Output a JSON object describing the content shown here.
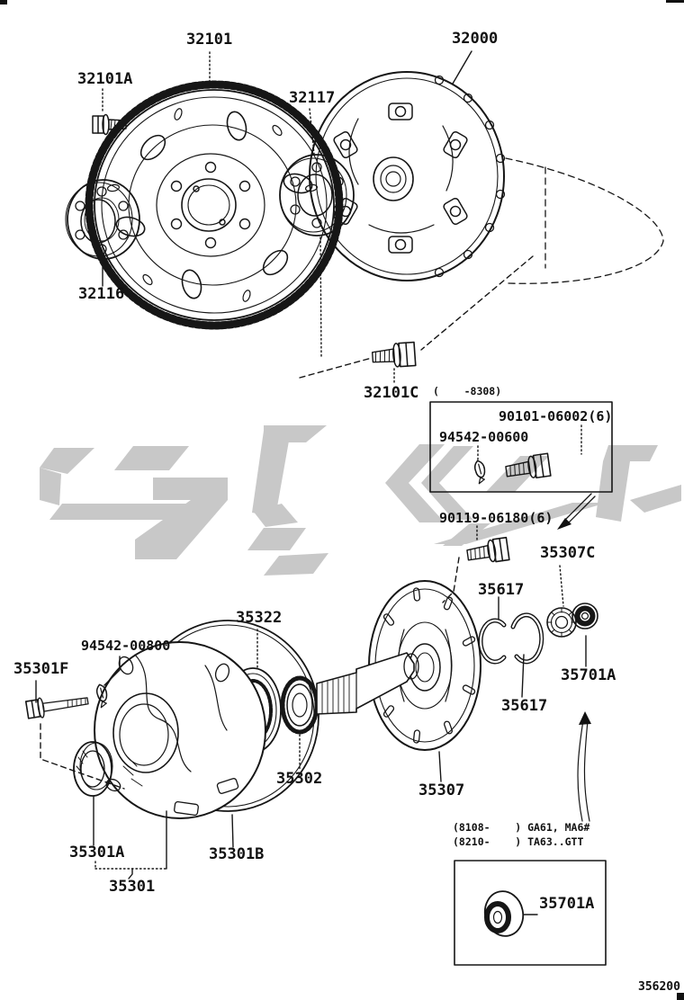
{
  "page": {
    "background": "#ffffff",
    "line_color": "#161616",
    "watermark_color": "#c8c8c8",
    "doc_number": "356200"
  },
  "callouts": {
    "p32101": "32101",
    "p32101a": "32101A",
    "p32000": "32000",
    "p32117": "32117",
    "p32116": "32116",
    "p32101c": "32101C",
    "note_8308": "(    -8308)",
    "p90101": "90101-06002(6)",
    "p94542_00600": "94542-00600",
    "p90119": "90119-06180(6)",
    "p35307c": "35307C",
    "p35617_upper": "35617",
    "p35617_lower": "35617",
    "p35701a": "35701A",
    "p35322": "35322",
    "p94542_00800": "94542-00800",
    "p35301f": "35301F",
    "p35302": "35302",
    "p35307": "35307",
    "p35301a": "35301A",
    "p35301b": "35301B",
    "p35301": "35301",
    "variant_note_line1": "(8108-    ) GA61, MA6#",
    "variant_note_line2": "(8210-    ) TA63..GTT",
    "p35701a_inset": "35701A"
  }
}
